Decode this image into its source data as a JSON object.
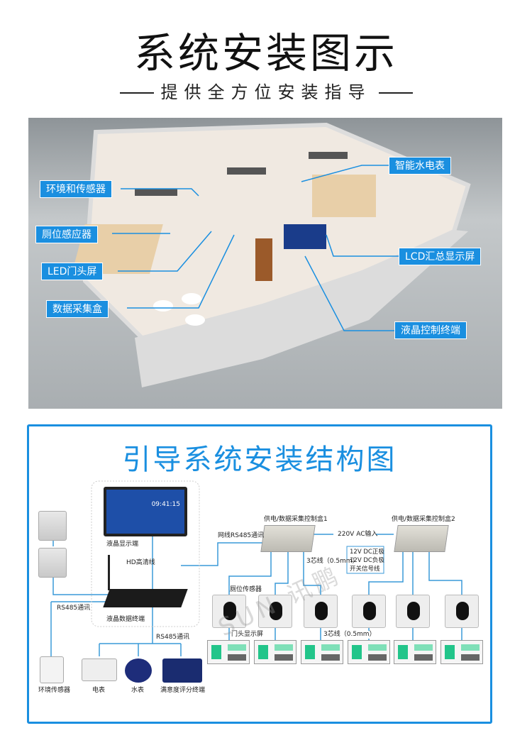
{
  "header": {
    "title": "系统安装图示",
    "subtitle": "提供全方位安装指导"
  },
  "photo": {
    "callouts": [
      "环境和传感器",
      "厕位感应器",
      "LED门头屏",
      "数据采集盒",
      "智能水电表",
      "LCD汇总显示屏",
      "液晶控制终端"
    ]
  },
  "diagram": {
    "title": "引导系统安装结构图",
    "screen_time": "09:41:15",
    "labels": {
      "lcd_display": "液晶显示端",
      "hd_cable": "HD高清线",
      "terminal": "液晶数据终端",
      "rs485_left": "RS485通讯",
      "rs485_bottom": "RS485通讯",
      "net_rs485": "网线RS485通讯",
      "box1": "供电/数据采集控制盒1",
      "box2": "供电/数据采集控制盒2",
      "ac_input": "220V AC输入",
      "wire_top": "3芯线（0.5mm）",
      "wire_bottom": "3芯线（0.5mm）",
      "stall_sensor": "厕位传感器",
      "door_display": "门头显示屏",
      "env_sensor": "环境传感器",
      "power_meter": "电表",
      "water_meter": "水表",
      "rating": "满意度评分终端"
    },
    "legend": [
      "12V DC正极",
      "12V DC负极",
      "开关信号线"
    ],
    "watermark": "SUN 讯鹏"
  },
  "colors": {
    "accent": "#1a8fe0",
    "line": "#3a9ad9"
  }
}
